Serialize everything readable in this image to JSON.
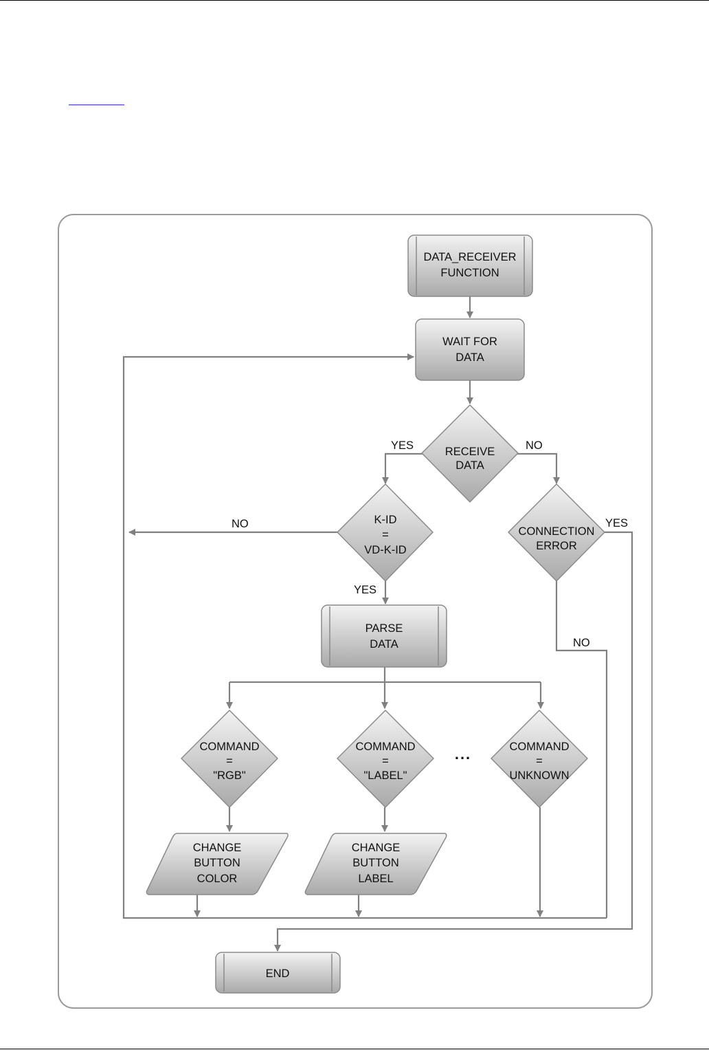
{
  "page": {
    "link_text": ""
  },
  "diagram": {
    "nodes": {
      "start": [
        "DATA_RECEIVER",
        "FUNCTION"
      ],
      "wait": [
        "WAIT FOR",
        "DATA"
      ],
      "receive": [
        "RECEIVE",
        "DATA"
      ],
      "kid": [
        "K-ID",
        "=",
        "VD-K-ID"
      ],
      "conn_error": [
        "CONNECTION",
        "ERROR"
      ],
      "parse": [
        "PARSE",
        "DATA"
      ],
      "cmd_rgb": [
        "COMMAND",
        "=",
        "\"RGB\""
      ],
      "cmd_label": [
        "COMMAND",
        "=",
        "\"LABEL\""
      ],
      "cmd_unknown": [
        "COMMAND",
        "=",
        "UNKNOWN"
      ],
      "change_color": [
        "CHANGE",
        "BUTTON",
        "COLOR"
      ],
      "change_label": [
        "CHANGE",
        "BUTTON",
        "LABEL"
      ],
      "end": [
        "END"
      ]
    },
    "edge_labels": {
      "receive_yes": "YES",
      "receive_no": "NO",
      "kid_no": "NO",
      "kid_yes": "YES",
      "conn_yes": "YES",
      "conn_no": "NO"
    },
    "ellipsis": "..."
  }
}
